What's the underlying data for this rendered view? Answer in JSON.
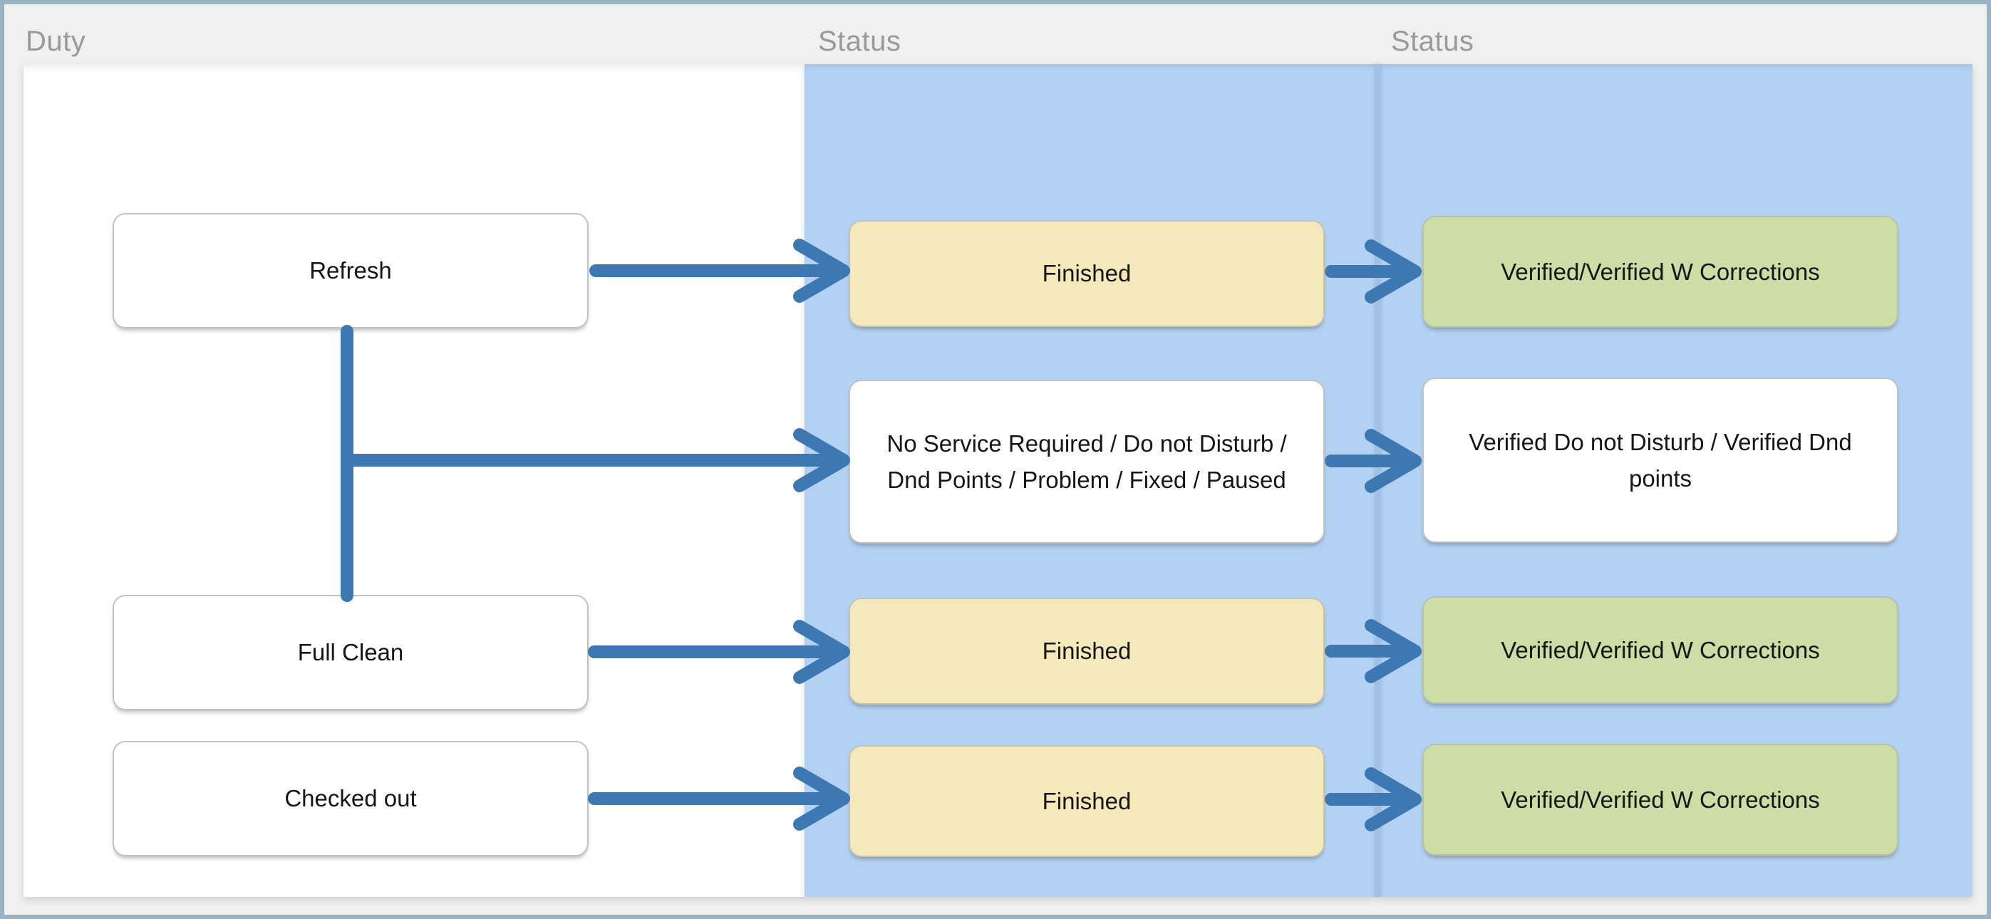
{
  "columns": [
    {
      "id": "duty",
      "label": "Duty"
    },
    {
      "id": "status_1",
      "label": "Status"
    },
    {
      "id": "status_2",
      "label": "Status"
    }
  ],
  "nodes": {
    "refresh": {
      "label": "Refresh",
      "column": "duty"
    },
    "full_clean": {
      "label": "Full Clean",
      "column": "duty"
    },
    "checked_out": {
      "label": "Checked out",
      "column": "duty"
    },
    "finished_refresh": {
      "label": "Finished",
      "column": "status_1",
      "color": "#f5e9bb"
    },
    "no_service": {
      "label": "No Service Required / Do not Disturb / Dnd Points / Problem / Fixed / Paused",
      "column": "status_1",
      "color": "#ffffff"
    },
    "finished_full_clean": {
      "label": "Finished",
      "column": "status_1",
      "color": "#f5e9bb"
    },
    "finished_checked_out": {
      "label": "Finished",
      "column": "status_1",
      "color": "#f5e9bb"
    },
    "verified_refresh": {
      "label": "Verified/Verified W Corrections",
      "column": "status_2",
      "color": "#ccdda6"
    },
    "verified_dnd": {
      "label": "Verified Do not Disturb / Verified Dnd points",
      "column": "status_2",
      "color": "#ffffff"
    },
    "verified_full_clean": {
      "label": "Verified/Verified W Corrections",
      "column": "status_2",
      "color": "#ccdda6"
    },
    "verified_checked_out": {
      "label": "Verified/Verified W Corrections",
      "column": "status_2",
      "color": "#ccdda6"
    }
  },
  "edges": [
    {
      "from": "refresh",
      "to": "finished_refresh"
    },
    {
      "from": "finished_refresh",
      "to": "verified_refresh"
    },
    {
      "from": "refresh",
      "to": "no_service"
    },
    {
      "from": "full_clean",
      "to": "no_service"
    },
    {
      "from": "no_service",
      "to": "verified_dnd"
    },
    {
      "from": "full_clean",
      "to": "finished_full_clean"
    },
    {
      "from": "finished_full_clean",
      "to": "verified_full_clean"
    },
    {
      "from": "checked_out",
      "to": "finished_checked_out"
    },
    {
      "from": "finished_checked_out",
      "to": "verified_checked_out"
    }
  ],
  "colors": {
    "page_bg": "#f1f0f1",
    "outer_border": "#9ab4c2",
    "duty_column_bg": "#ffffff",
    "status_column_bg": "#b3d1f2",
    "column_divider": "#a2c2e5",
    "finished_node_bg": "#f5e9bb",
    "verified_node_bg": "#ccdda6",
    "neutral_node_bg": "#ffffff",
    "node_border": "#c2c2c2",
    "arrow": "#3d78b2",
    "header_text": "#9a9a9a",
    "node_text": "#161616"
  }
}
